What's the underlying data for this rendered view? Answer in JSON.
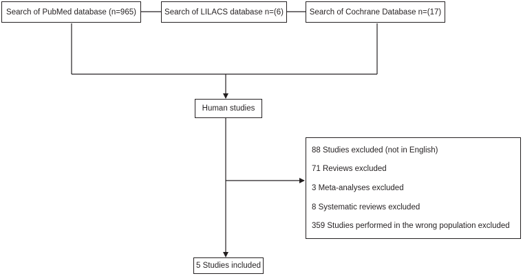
{
  "sources": [
    {
      "label": "Search of PubMed database (n=965)"
    },
    {
      "label": "Search of LILACS database n=(6)"
    },
    {
      "label": "Search of Cochrane Database n=(17)"
    }
  ],
  "merged": {
    "label": "Human studies"
  },
  "exclusions": [
    {
      "label": "88 Studies excluded (not in English)"
    },
    {
      "label": "71 Reviews excluded"
    },
    {
      "label": "3 Meta-analyses excluded"
    },
    {
      "label": "8 Systematic reviews excluded"
    },
    {
      "label": "359 Studies performed in the wrong population excluded"
    }
  ],
  "included": {
    "label": "5 Studies included"
  }
}
